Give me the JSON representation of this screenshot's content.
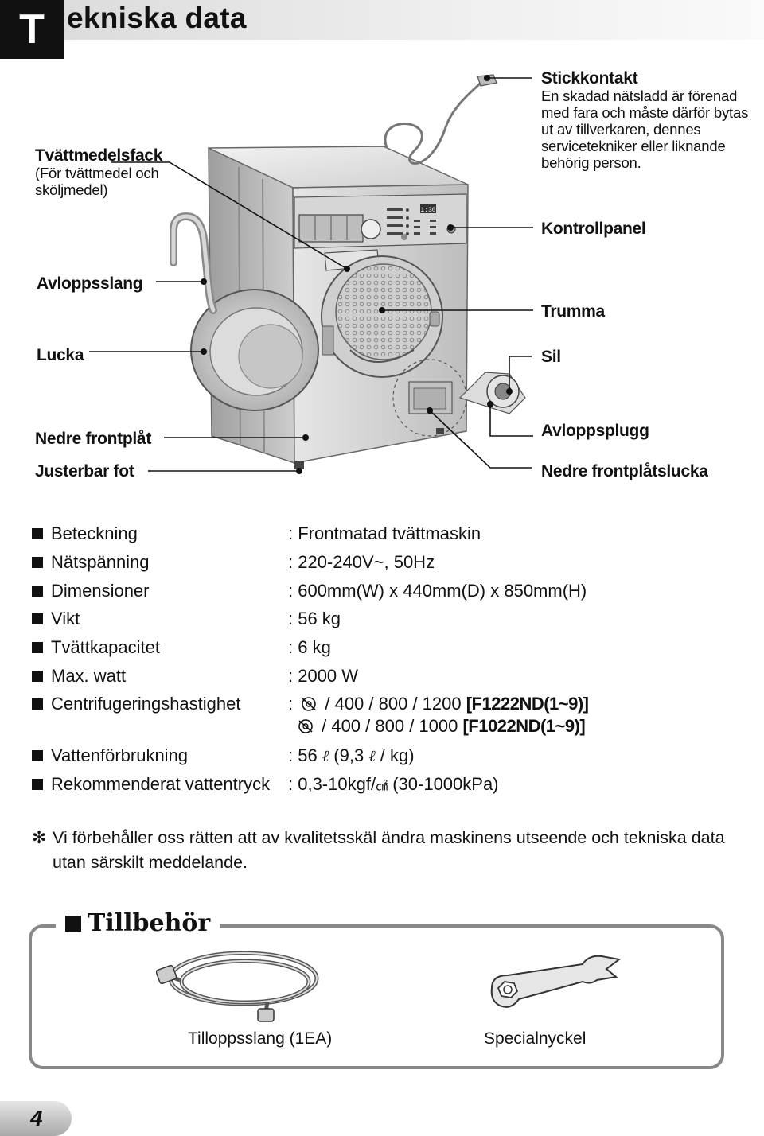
{
  "header": {
    "initial": "T",
    "rest": "ekniska data"
  },
  "callouts": {
    "tvattmedelsfack": {
      "title": "Tvättmedelsfack",
      "line1": "(För tvättmedel och",
      "line2": "sköljmedel)"
    },
    "stickkontakt": {
      "title": "Stickkontakt",
      "lines": [
        "En skadad nätsladd är förenad",
        "med fara och måste därför bytas",
        "ut av tillverkaren, dennes",
        "servicetekniker eller liknande",
        "behörig person."
      ]
    },
    "kontrollpanel": "Kontrollpanel",
    "avloppsslang": "Avloppsslang",
    "trumma": "Trumma",
    "lucka": "Lucka",
    "sil": "Sil",
    "nedre_frontplat": "Nedre frontplåt",
    "avloppsplugg": "Avloppsplugg",
    "justerbar_fot": "Justerbar fot",
    "nedre_frontplatslucka": "Nedre frontplåtslucka"
  },
  "specs": [
    {
      "label": "Beteckning",
      "value": ": Frontmatad tvättmaskin"
    },
    {
      "label": "Nätspänning",
      "value": ": 220-240V~, 50Hz"
    },
    {
      "label": "Dimensioner",
      "value": ": 600mm(W) x 440mm(D) x 850mm(H)"
    },
    {
      "label": "Vikt",
      "value": ": 56 kg"
    },
    {
      "label": "Tvättkapacitet",
      "value": ": 6 kg"
    },
    {
      "label": "Max. watt",
      "value": ": 2000 W"
    },
    {
      "label": "Centrifugeringshastighet",
      "value": ":",
      "line1": " / 400 / 800 / 1200 ",
      "model1": "[F1222ND(1~9)]",
      "line2": " / 400 / 800 / 1000 ",
      "model2": "[F1022ND(1~9)]"
    },
    {
      "label": "Vattenförbrukning",
      "value": ": 56",
      "v_mid": " (9,3 ",
      "v_end": " / kg)"
    },
    {
      "label": "Rekommenderat vattentryck",
      "value": ": 0,3-10kgf/",
      "unit": "㎠",
      "rest": " (30-1000kPa)"
    }
  ],
  "note": {
    "symbol": "✻",
    "text": "Vi förbehåller oss rätten att av kvalitetsskäl ändra maskinens utseende och tekniska data utan särskilt meddelande."
  },
  "accessories": {
    "title": "Tillbehör",
    "items": [
      "Tilloppsslang (1EA)",
      "Specialnyckel"
    ]
  },
  "display": {
    "readout": "1:30"
  },
  "page": {
    "number": "4"
  }
}
